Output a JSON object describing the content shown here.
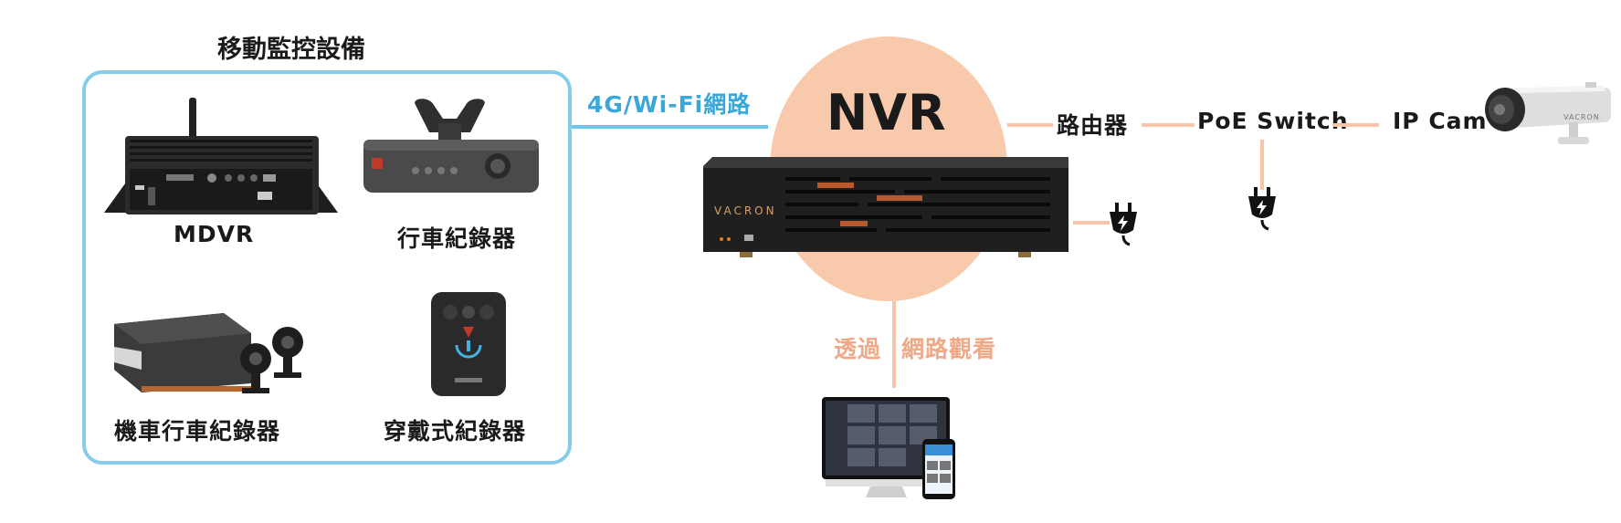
{
  "group": {
    "title": "移動監控設備",
    "devices": [
      {
        "label": "MDVR",
        "icon": "mdvr-device-icon"
      },
      {
        "label": "行車紀錄器",
        "icon": "dashcam-device-icon"
      },
      {
        "label": "機車行車紀錄器",
        "icon": "motorcycle-dvr-icon"
      },
      {
        "label": "穿戴式紀錄器",
        "icon": "body-camera-icon"
      }
    ]
  },
  "link_wireless": "4G/Wi-Fi網路",
  "nvr": {
    "title": "NVR",
    "brand": "VACRON"
  },
  "router": "路由器",
  "poe_switch": "PoE Switch",
  "ip_cam": {
    "label": "IP Cam",
    "brand": "VACRON"
  },
  "remote_view": {
    "part1": "透過",
    "part2": "網路觀看"
  },
  "colors": {
    "wireless_line": "#6ac7ea",
    "wired_line": "#f7c6a9",
    "nvr_circle": "#f9c9ab",
    "group_border": "#86cbe8",
    "remote_text": "#f0a986",
    "wireless_text": "#3aa7d8"
  }
}
